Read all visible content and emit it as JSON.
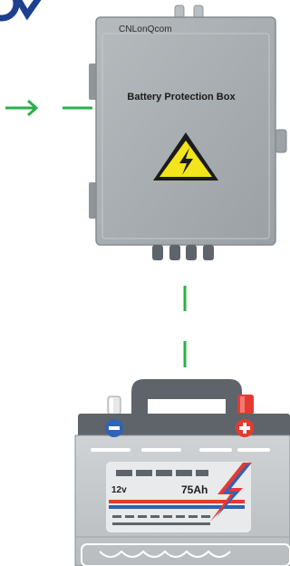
{
  "box": {
    "brand": "CNLonQcom",
    "title": "Battery Protection Box"
  },
  "battery": {
    "voltage": "12v",
    "capacity": "75Ah"
  },
  "colors": {
    "connector_green": "#27b24a",
    "box_gray": "#a7adb1",
    "warning_yellow": "#f2e51b",
    "battery_gray": "#c4c7ca",
    "battery_dark": "#5e6469",
    "terminal_red": "#e53a31",
    "stripe_red": "#e53a31",
    "stripe_blue": "#2f63b5"
  },
  "icons": [
    "high-voltage-warning-icon",
    "minus-terminal-icon",
    "plus-terminal-icon",
    "arrow-right-icon"
  ]
}
